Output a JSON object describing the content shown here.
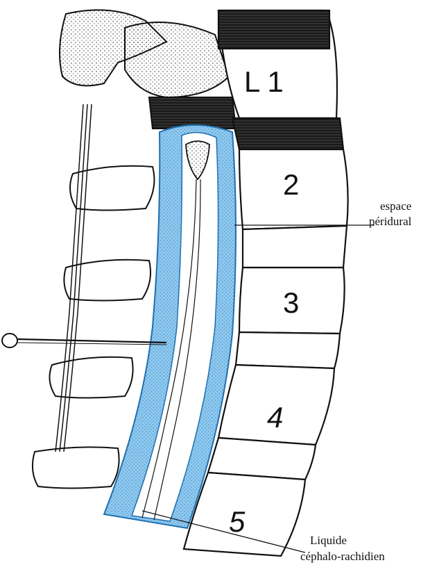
{
  "vertebrae": [
    {
      "label": "L 1"
    },
    {
      "label": "2"
    },
    {
      "label": "3"
    },
    {
      "label": "4"
    },
    {
      "label": "5"
    }
  ],
  "annotations": {
    "epidural_line1": "espace",
    "epidural_line2": "péridural",
    "csf_line1": "Liquide",
    "csf_line2": "céphalo-rachidien"
  },
  "colors": {
    "dural_sac_blue": "#3a9ad9",
    "bone_shadow": "#1a1a1a",
    "ink": "#111111"
  }
}
